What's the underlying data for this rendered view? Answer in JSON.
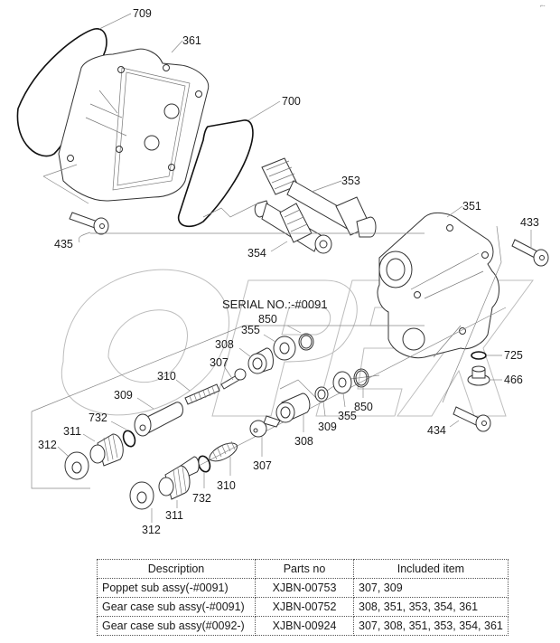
{
  "corner_mark": "⌐-",
  "watermark": "OPEX",
  "serial_note": "SERIAL NO.:-#0091",
  "callouts": {
    "c709": "709",
    "c361": "361",
    "c700": "700",
    "c353": "353",
    "c354": "354",
    "c351": "351",
    "c433": "433",
    "c435": "435",
    "c850a": "850",
    "c355a": "355",
    "c308a": "308",
    "c307a": "307",
    "c310a": "310",
    "c309a": "309",
    "c732a": "732",
    "c311a": "311",
    "c312a": "312",
    "c725": "725",
    "c466": "466",
    "c850b": "850",
    "c355b": "355",
    "c309b": "309",
    "c308b": "308",
    "c434": "434",
    "c307b": "307",
    "c310b": "310",
    "c732b": "732",
    "c311b": "311",
    "c312b": "312"
  },
  "table": {
    "headers": [
      "Description",
      "Parts no",
      "Included item"
    ],
    "rows": [
      [
        "Poppet sub assy(-#0091)",
        "XJBN-00753",
        "307, 309"
      ],
      [
        "Gear case sub assy(-#0091)",
        "XJBN-00752",
        "308, 351, 353, 354, 361"
      ],
      [
        "Gear case sub assy(#0092-)",
        "XJBN-00924",
        "307, 308, 351, 353, 354, 361"
      ]
    ]
  }
}
